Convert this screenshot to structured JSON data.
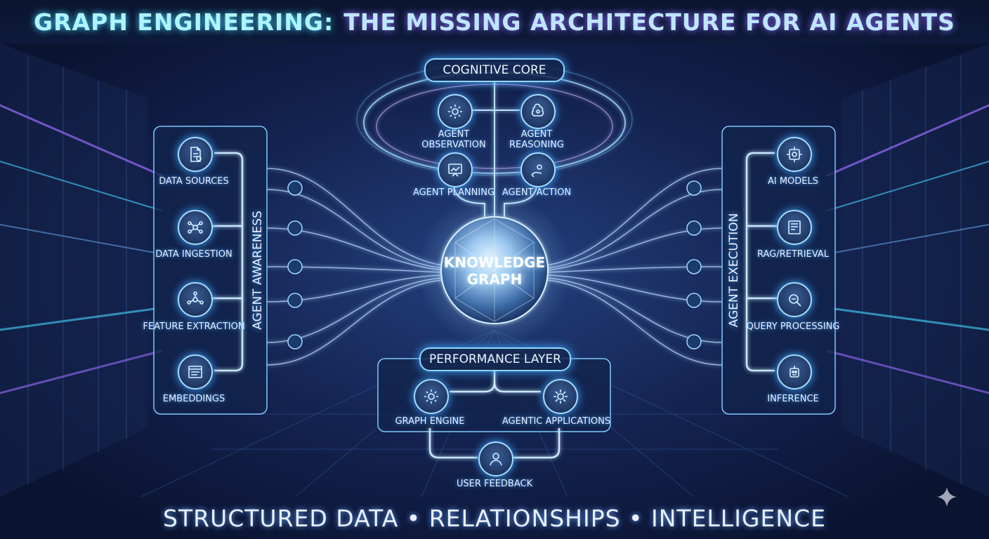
{
  "title": {
    "highlight": "GRAPH ENGINEERING:",
    "rest": "THE MISSING ARCHITECTURE FOR AI AGENTS"
  },
  "cognitive_core": {
    "label": "COGNITIVE CORE",
    "nodes": [
      {
        "label": "AGENT\nOBSERVATION",
        "icon": "gear-icon"
      },
      {
        "label": "AGENT\nREASONING",
        "icon": "brain-gear-icon"
      },
      {
        "label": "AGENT PLANNING",
        "icon": "chart-board-icon"
      },
      {
        "label": "AGENT ACTION",
        "icon": "hand-gear-icon"
      }
    ]
  },
  "knowledge_graph": {
    "line1": "KNOWLEDGE",
    "line2": "GRAPH"
  },
  "left_panel": {
    "side_label": "AGENT AWARENESS",
    "items": [
      {
        "label": "DATA SOURCES",
        "icon": "document-icon"
      },
      {
        "label": "DATA INGESTION",
        "icon": "network-icon"
      },
      {
        "label": "FEATURE EXTRACTION",
        "icon": "hub-icon"
      },
      {
        "label": "EMBEDDINGS",
        "icon": "list-window-icon"
      }
    ]
  },
  "right_panel": {
    "side_label": "AGENT EXECUTION",
    "items": [
      {
        "label": "AI MODELS",
        "icon": "gear-chip-icon"
      },
      {
        "label": "RAG/RETRIEVAL",
        "icon": "database-list-icon"
      },
      {
        "label": "QUERY PROCESSING",
        "icon": "magnifier-icon"
      },
      {
        "label": "INFERENCE",
        "icon": "robot-icon"
      }
    ]
  },
  "performance_layer": {
    "label": "PERFORMANCE LAYER",
    "nodes": [
      {
        "label": "GRAPH ENGINE",
        "icon": "gear-icon"
      },
      {
        "label": "AGENTIC APPLICATIONS",
        "icon": "network-gear-icon"
      }
    ]
  },
  "user_feedback": {
    "label": "USER FEEDBACK",
    "icon": "user-icon"
  },
  "footer": "STRUCTURED DATA • RELATIONSHIPS • INTELLIGENCE",
  "colors": {
    "background": "#0a1330",
    "glow_cyan": "#47d6ff",
    "glow_purple": "#9b6cff",
    "panel_border": "#7fc8ff"
  }
}
